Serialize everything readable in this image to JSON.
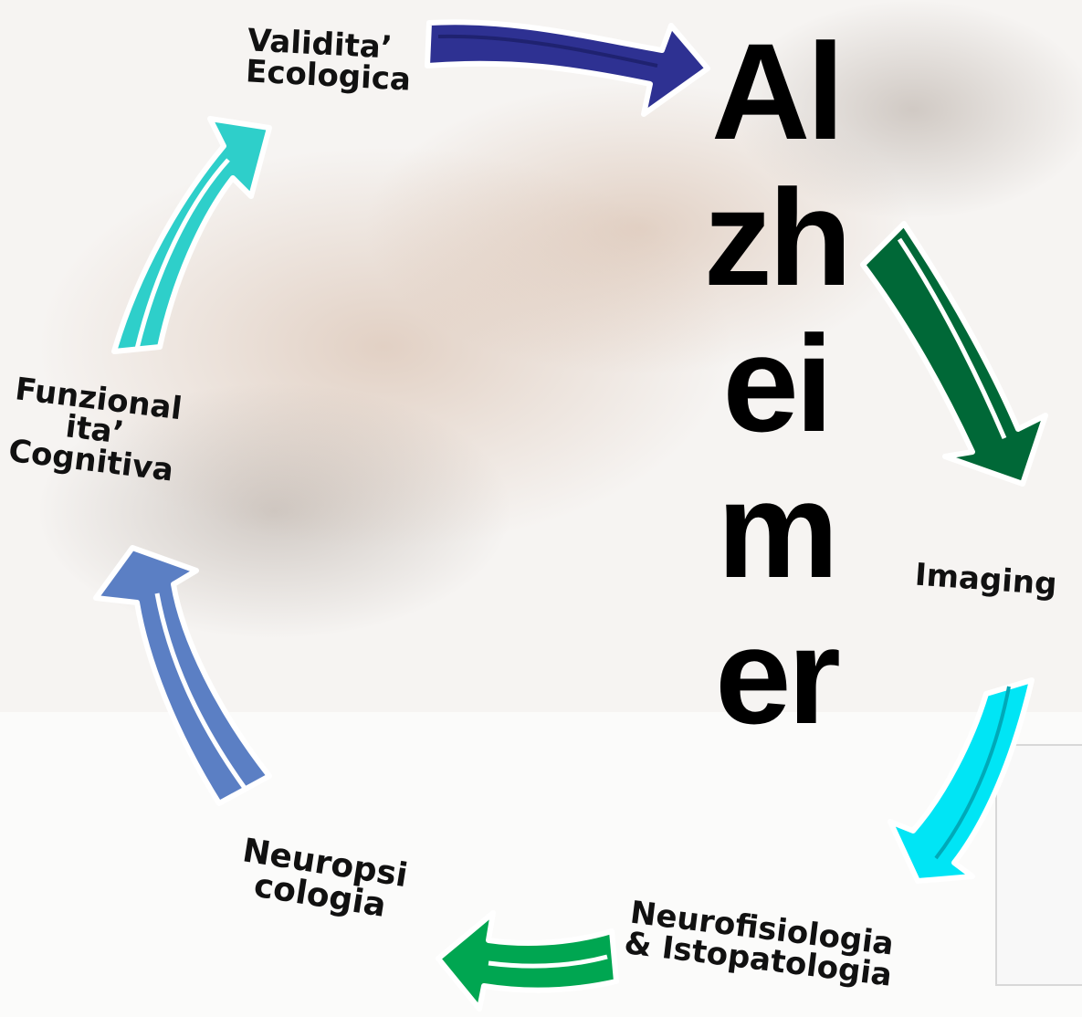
{
  "center_word": [
    "Al",
    "zh",
    "ei",
    "m",
    "er"
  ],
  "labels": {
    "validita": [
      "Validita’",
      "Ecologica"
    ],
    "imaging": "Imaging",
    "neurofisiologia": [
      "Neurofisiologia",
      "& Istopatologia"
    ],
    "neuropsicologia": [
      "Neuropsi",
      "cologia"
    ],
    "funzionalita": [
      "Funzional",
      "ita’",
      "Cognitiva"
    ]
  },
  "colors": {
    "arrow_top": "#2e3192",
    "arrow_right_upper": "#006837",
    "arrow_right_lower": "#00e5f5",
    "arrow_bottom": "#00a651",
    "arrow_left_lower": "#5b7fc4",
    "arrow_left_upper": "#2ecfca"
  }
}
